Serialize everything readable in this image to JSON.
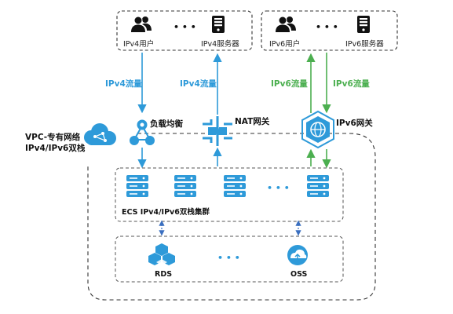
{
  "colors": {
    "blue": "#2e9ad9",
    "green": "#4caf50",
    "dark": "#1a1a1a",
    "accent_blue": "#3a8bd8"
  },
  "top_groups": {
    "ipv4": {
      "user_label": "IPv4用户",
      "server_label": "IPv4服务器",
      "ellipsis": "• • •"
    },
    "ipv6": {
      "user_label": "IPv6用户",
      "server_label": "IPv6服务器",
      "ellipsis": "• • •"
    }
  },
  "flows": {
    "ipv4_flow_left": "IPv4流量",
    "ipv4_flow_right": "IPv4流量",
    "ipv6_flow_left": "IPv6流量",
    "ipv6_flow_right": "IPv6流量"
  },
  "vpc": {
    "line1": "VPC-专有网络",
    "line2": "IPv4/IPv6双栈"
  },
  "gateways": {
    "slb": "负载均衡",
    "nat": "NAT网关",
    "ipv6_gw": "IPv6网关"
  },
  "ecs": {
    "label": "ECS IPv4/IPv6双栈集群",
    "ellipsis": "• • •"
  },
  "storage": {
    "rds": "RDS",
    "oss": "OSS",
    "ellipsis": "• • •"
  },
  "icons": {
    "user": "users-icon",
    "server": "server-icon",
    "cloud": "cloud-icon",
    "slb": "load-balancer-icon",
    "nat": "nat-gateway-icon",
    "ipv6_gw": "ipv6-gateway-icon",
    "ecs": "ecs-server-icon",
    "rds": "rds-icon",
    "oss": "oss-icon"
  }
}
